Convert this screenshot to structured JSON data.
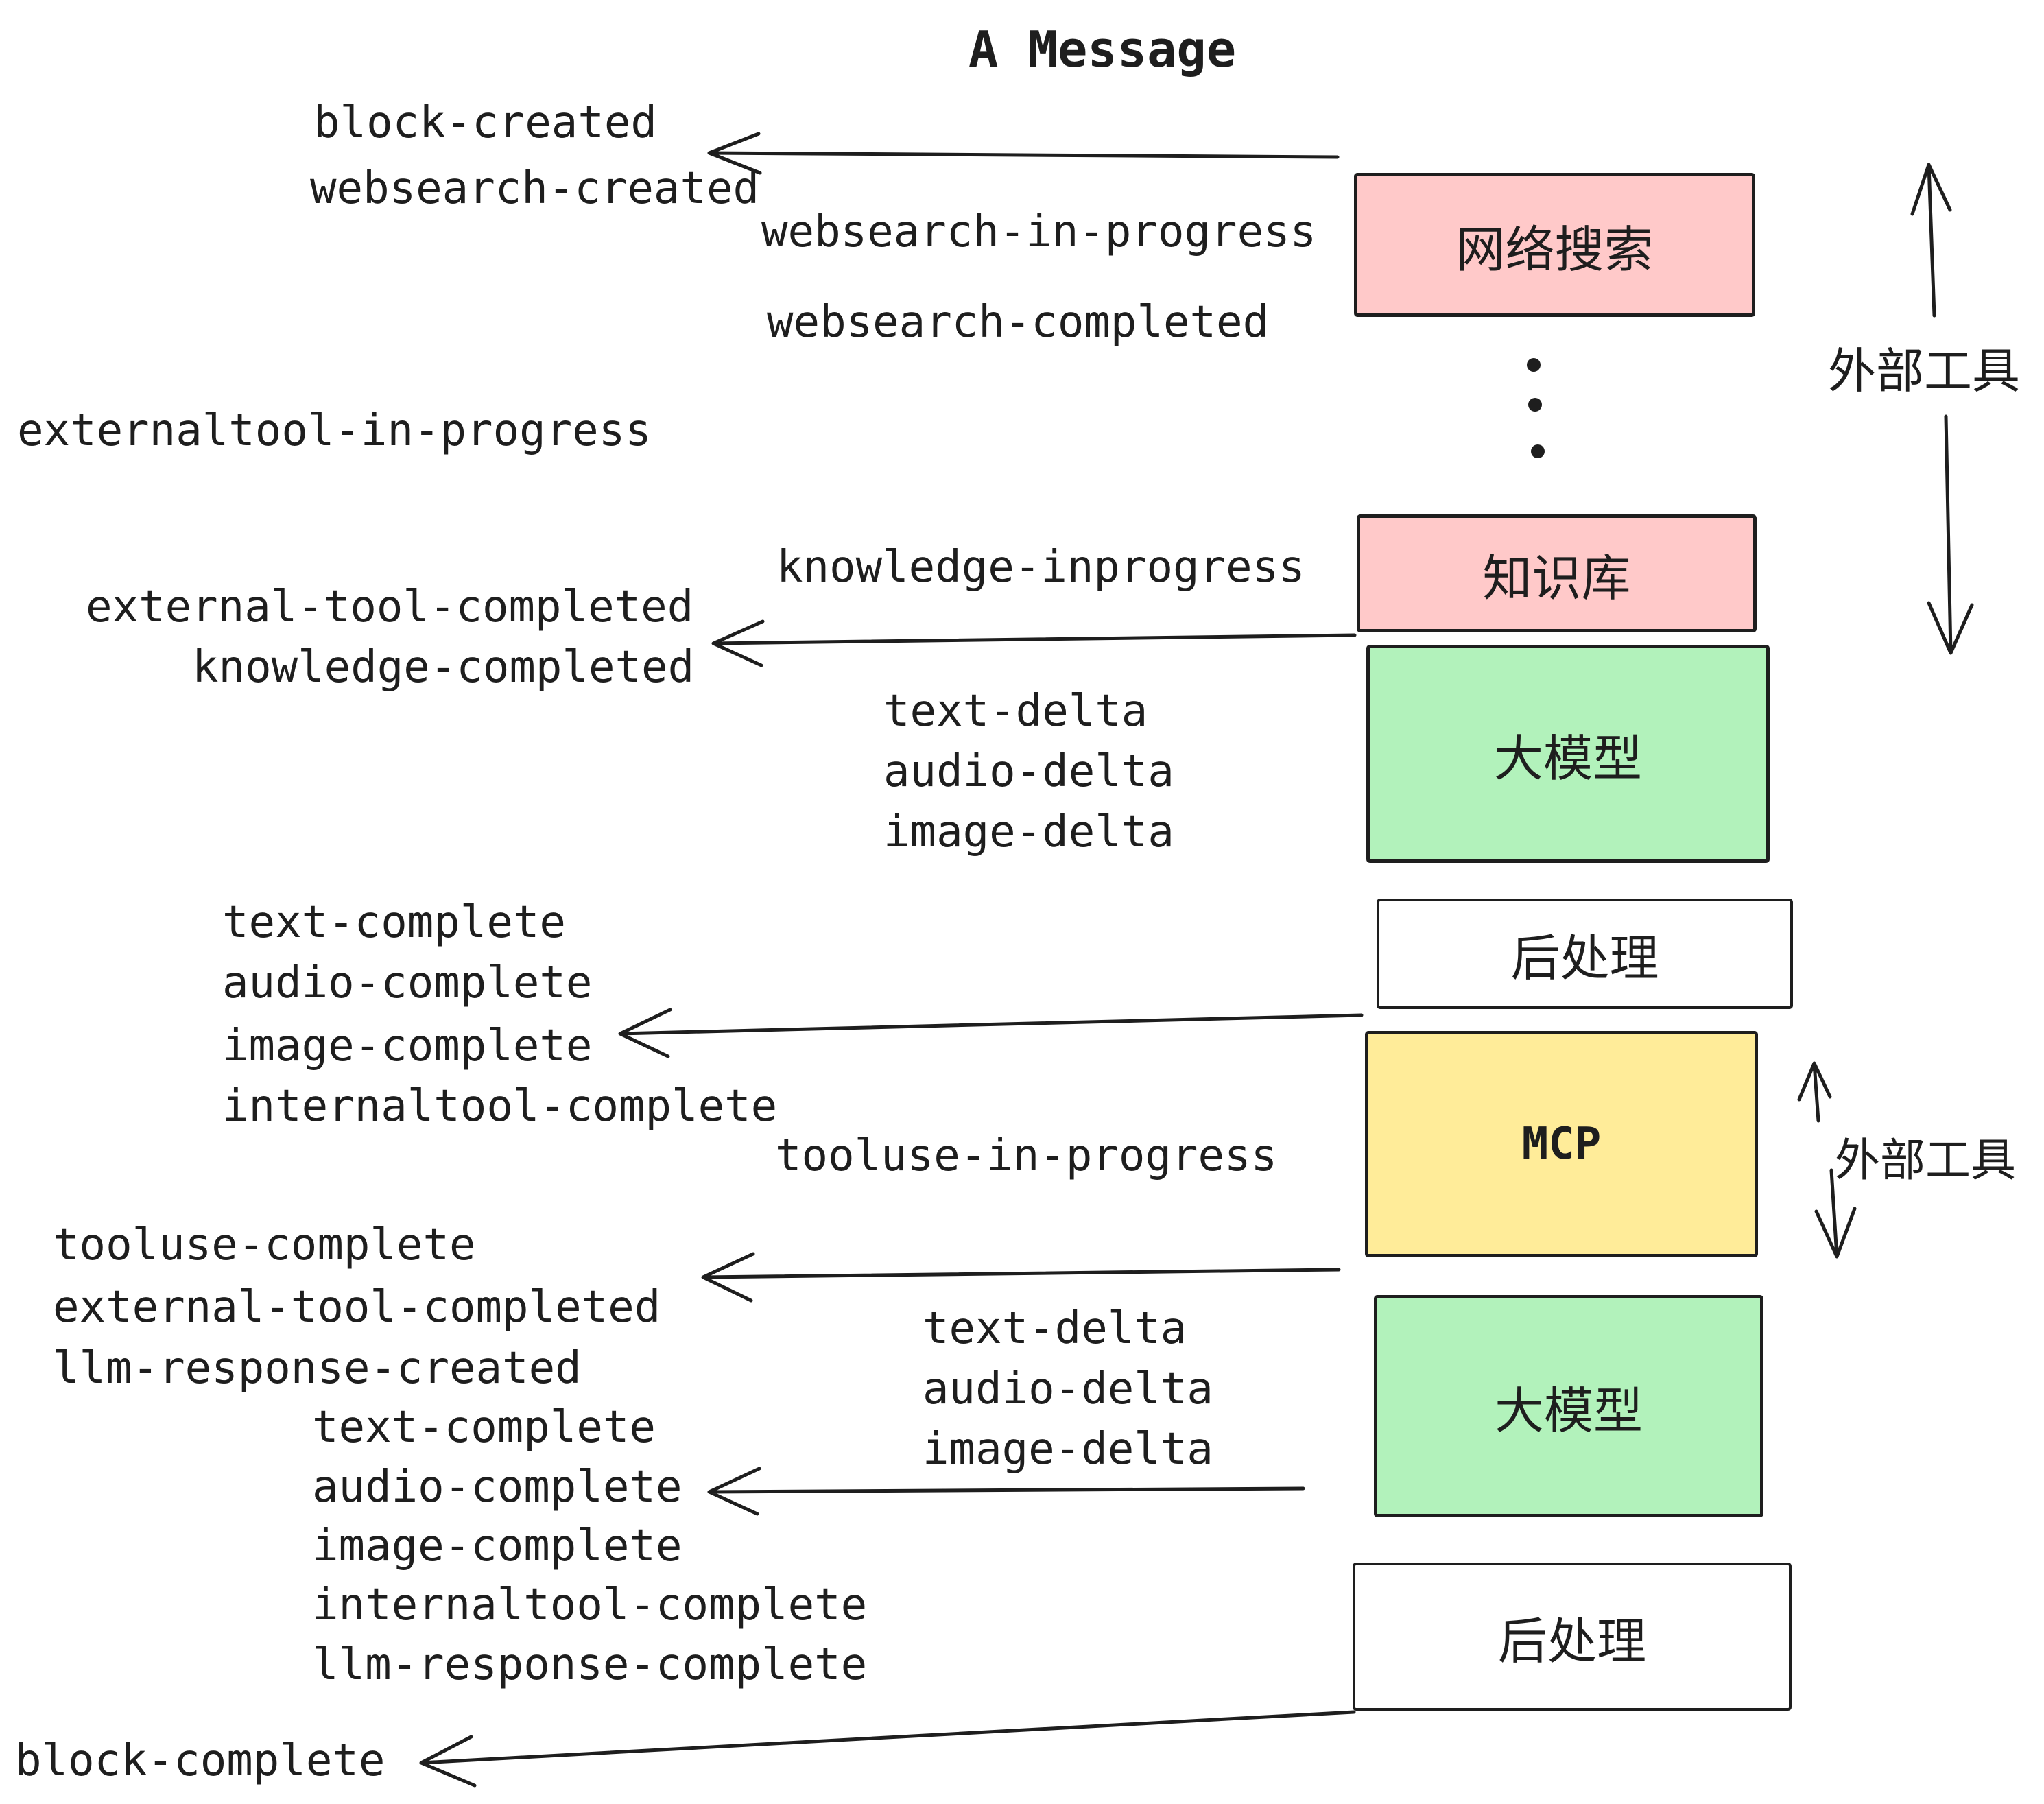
{
  "title": "A Message",
  "colors": {
    "ink": "#1e1e1e",
    "pink": "#ffc9c9",
    "green": "#b2f2bb",
    "yellow": "#ffec99",
    "white": "#ffffff"
  },
  "boxes": [
    {
      "id": "websearch-box",
      "label": "网络搜索"
    },
    {
      "id": "knowledge-box",
      "label": "知识库"
    },
    {
      "id": "llm-box-1",
      "label": "大模型"
    },
    {
      "id": "postprocess-box-1",
      "label": "后处理"
    },
    {
      "id": "mcp-box",
      "label": "MCP"
    },
    {
      "id": "llm-box-2",
      "label": "大模型"
    },
    {
      "id": "postprocess-box-2",
      "label": "后处理"
    }
  ],
  "side_labels": [
    {
      "id": "external-tools-top",
      "text": "外部工具"
    },
    {
      "id": "external-tools-mid",
      "text": "外部工具"
    }
  ],
  "events": [
    {
      "id": "block-created",
      "text": "block-created"
    },
    {
      "id": "websearch-created",
      "text": "websearch-created"
    },
    {
      "id": "websearch-in-progress",
      "text": "websearch-in-progress"
    },
    {
      "id": "websearch-completed",
      "text": "websearch-completed"
    },
    {
      "id": "externaltool-in-progress",
      "text": "externaltool-in-progress"
    },
    {
      "id": "knowledge-inprogress",
      "text": "knowledge-inprogress"
    },
    {
      "id": "external-tool-completed-1",
      "text": "external-tool-completed"
    },
    {
      "id": "knowledge-completed",
      "text": "knowledge-completed"
    },
    {
      "id": "text-delta-1",
      "text": "text-delta"
    },
    {
      "id": "audio-delta-1",
      "text": "audio-delta"
    },
    {
      "id": "image-delta-1",
      "text": "image-delta"
    },
    {
      "id": "text-complete-1",
      "text": "text-complete"
    },
    {
      "id": "audio-complete-1",
      "text": "audio-complete"
    },
    {
      "id": "image-complete-1",
      "text": "image-complete"
    },
    {
      "id": "internaltool-complete-1",
      "text": "internaltool-complete"
    },
    {
      "id": "tooluse-in-progress",
      "text": "tooluse-in-progress"
    },
    {
      "id": "tooluse-complete",
      "text": "tooluse-complete"
    },
    {
      "id": "external-tool-completed-2",
      "text": "external-tool-completed"
    },
    {
      "id": "llm-response-created",
      "text": "llm-response-created"
    },
    {
      "id": "text-delta-2",
      "text": "text-delta"
    },
    {
      "id": "audio-delta-2",
      "text": "audio-delta"
    },
    {
      "id": "image-delta-2",
      "text": "image-delta"
    },
    {
      "id": "text-complete-2",
      "text": "text-complete"
    },
    {
      "id": "audio-complete-2",
      "text": "audio-complete"
    },
    {
      "id": "image-complete-2",
      "text": "image-complete"
    },
    {
      "id": "internaltool-complete-2",
      "text": "internaltool-complete"
    },
    {
      "id": "llm-response-complete",
      "text": "llm-response-complete"
    },
    {
      "id": "block-complete",
      "text": "block-complete"
    }
  ]
}
